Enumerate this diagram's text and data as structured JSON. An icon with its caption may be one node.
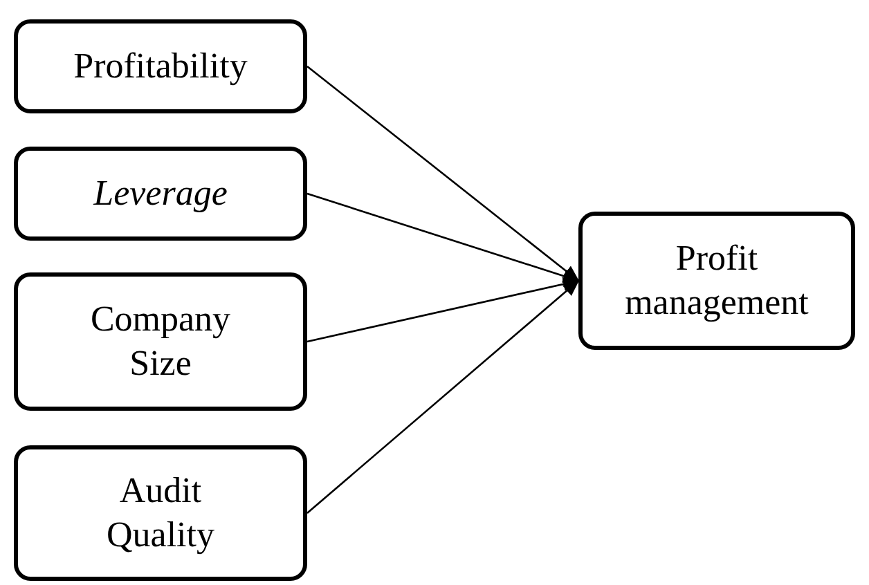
{
  "diagram": {
    "nodes": [
      {
        "text": [
          "Profitability"
        ]
      },
      {
        "text": [
          "Leverage"
        ]
      },
      {
        "text": [
          "Company Size"
        ]
      },
      {
        "text": [
          "Audit Quality"
        ]
      },
      {
        "text": [
          "Profit management"
        ]
      }
    ],
    "edges": [
      {
        "from": 0,
        "to": 4,
        "arrow": "to"
      },
      {
        "from": 1,
        "to": 4,
        "arrow": "to"
      },
      {
        "from": 2,
        "to": 4,
        "arrow": "to"
      },
      {
        "from": 3,
        "to": 4,
        "arrow": "to"
      }
    ]
  }
}
